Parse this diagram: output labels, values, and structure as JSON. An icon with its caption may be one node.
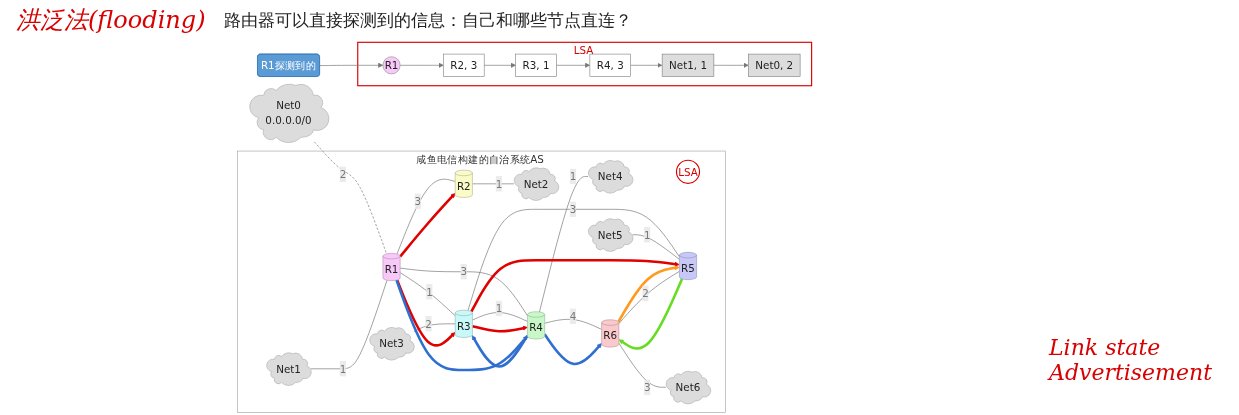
{
  "diagram": {
    "title": "路由器可以直接探测到的信息：自己和哪些节点直连？",
    "nodes": [
      {
        "text": [
          "Net0",
          "0.0.0.0/0"
        ]
      },
      {
        "text": [
          "咸鱼电信构建的自治系统AS"
        ]
      },
      {
        "text": [
          "LSA"
        ],
        "in": 1
      },
      {
        "text": [
          "Net1"
        ],
        "in": 1
      },
      {
        "text": [
          "R1"
        ],
        "in": 1
      },
      {
        "text": [
          "R2"
        ],
        "in": 1
      },
      {
        "text": [
          "Net2"
        ],
        "in": 1
      },
      {
        "text": [
          "Net3"
        ],
        "in": 1
      },
      {
        "text": [
          "R3"
        ],
        "in": 1
      },
      {
        "text": [
          "R4"
        ],
        "in": 1
      },
      {
        "text": [
          "Net4"
        ],
        "in": 1
      },
      {
        "text": [
          "Net5"
        ],
        "in": 1
      },
      {
        "text": [
          "R5"
        ],
        "in": 1
      },
      {
        "text": [
          "R6"
        ],
        "in": 1
      },
      {
        "text": [
          "Net6"
        ],
        "in": 1
      },
      {
        "text": [
          "R1探测到的"
        ]
      },
      {
        "text": [
          "LSA"
        ]
      },
      {
        "text": [
          "R1"
        ],
        "in": 16
      },
      {
        "text": [
          "R2, 3"
        ],
        "in": 16
      },
      {
        "text": [
          "R3, 1"
        ],
        "in": 16
      },
      {
        "text": [
          "R4, 3"
        ],
        "in": 16
      },
      {
        "text": [
          "Net1, 1"
        ],
        "in": 16
      },
      {
        "text": [
          "Net0, 2"
        ],
        "in": 16
      }
    ],
    "edges": [
      {
        "from": 0,
        "to": 4,
        "arrow": "none",
        "label": "2",
        "style": "dashed"
      },
      {
        "from": 3,
        "to": 4,
        "arrow": "none",
        "label": "1"
      },
      {
        "from": 4,
        "to": 5,
        "arrow": "none",
        "label": "3"
      },
      {
        "from": 5,
        "to": 6,
        "arrow": "none",
        "label": "1"
      },
      {
        "from": 4,
        "to": 8,
        "arrow": "none",
        "label": "1"
      },
      {
        "from": 4,
        "to": 9,
        "arrow": "none",
        "label": "3"
      },
      {
        "from": 7,
        "to": 8,
        "arrow": "none",
        "label": "2"
      },
      {
        "from": 8,
        "to": 9,
        "arrow": "none",
        "label": "1"
      },
      {
        "from": 9,
        "to": 10,
        "arrow": "none",
        "label": "1"
      },
      {
        "from": 8,
        "to": 12,
        "arrow": "none",
        "label": "3"
      },
      {
        "from": 9,
        "to": 13,
        "arrow": "none",
        "label": "4"
      },
      {
        "from": 11,
        "to": 12,
        "arrow": "none",
        "label": "1"
      },
      {
        "from": 12,
        "to": 13,
        "arrow": "none",
        "label": "2"
      },
      {
        "from": 13,
        "to": 14,
        "arrow": "none",
        "label": "3"
      },
      {
        "from": 4,
        "to": 5,
        "arrow": "to",
        "style": "thick",
        "color": "#e00000"
      },
      {
        "from": 4,
        "to": 8,
        "arrow": "to",
        "style": "thick",
        "color": "#e00000"
      },
      {
        "from": 8,
        "to": 9,
        "arrow": "to",
        "style": "thick",
        "color": "#e00000"
      },
      {
        "from": 8,
        "to": 12,
        "arrow": "to",
        "style": "thick",
        "color": "#e00000"
      },
      {
        "from": 4,
        "to": 9,
        "arrow": "to",
        "style": "thick",
        "color": "#2f6fd0"
      },
      {
        "from": 9,
        "to": 8,
        "arrow": "to",
        "style": "thick",
        "color": "#2f6fd0"
      },
      {
        "from": 9,
        "to": 13,
        "arrow": "to",
        "style": "thick",
        "color": "#2f6fd0"
      },
      {
        "from": 12,
        "to": 13,
        "arrow": "to",
        "style": "thick",
        "color": "#66dd22"
      },
      {
        "from": 13,
        "to": 12,
        "arrow": "to",
        "style": "thick",
        "color": "#ff9a1f"
      },
      {
        "from": 15,
        "to": 17,
        "arrow": "to"
      },
      {
        "from": 17,
        "to": 18,
        "arrow": "to"
      },
      {
        "from": 18,
        "to": 19,
        "arrow": "to"
      },
      {
        "from": 19,
        "to": 20,
        "arrow": "to"
      },
      {
        "from": 20,
        "to": 21,
        "arrow": "to"
      },
      {
        "from": 21,
        "to": 22,
        "arrow": "to"
      }
    ],
    "labels": [
      "洪泛法(flooding)",
      "Link state Advertisement"
    ]
  }
}
